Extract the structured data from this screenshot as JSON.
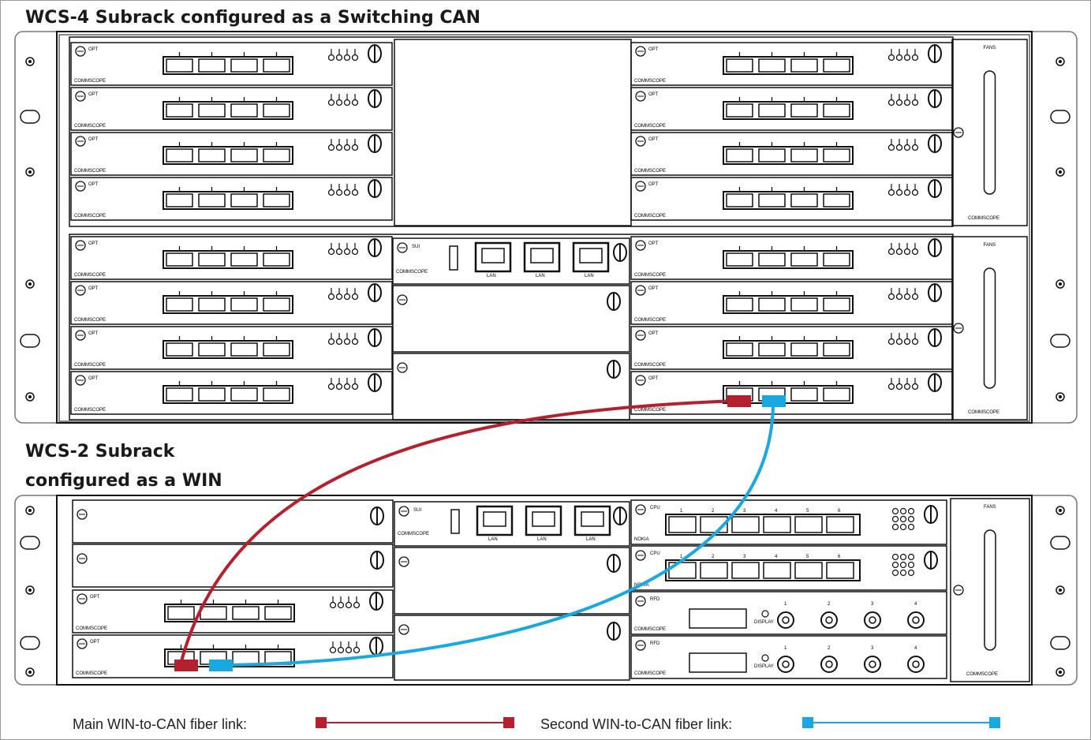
{
  "titles": {
    "can": "WCS-4 Subrack configured as a Switching CAN",
    "win_line1": "WCS-2 Subrack",
    "win_line2": "configured as a WIN"
  },
  "labels": {
    "brand": "COMMSCOPE",
    "opt": "OPT",
    "fans": "FANS",
    "sui": "SUI",
    "cpu": "CPU",
    "rfd": "RFD",
    "brand_alt": "NOKIA",
    "lan": "LAN",
    "display": "DISPLAY",
    "ports6": [
      "1",
      "2",
      "3",
      "4",
      "5",
      "6"
    ],
    "ports4": [
      "1",
      "2",
      "3",
      "4"
    ]
  },
  "legend": {
    "main_label": "Main WIN-to-CAN fiber link:",
    "second_label": "Second WIN-to-CAN fiber link:"
  },
  "colors": {
    "main_link": "#b5202e",
    "second_link": "#1aa8e0",
    "line": "#111111"
  }
}
